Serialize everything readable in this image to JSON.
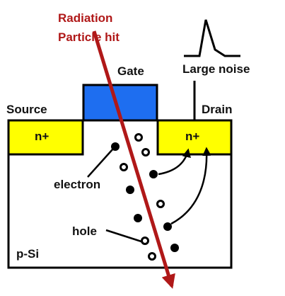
{
  "title_line1": "Radiation",
  "title_line2": "Particle hit",
  "gate_label": "Gate",
  "noise_label": "Large noise",
  "source_label": "Source",
  "drain_label": "Drain",
  "source_doping": "n+",
  "drain_doping": "n+",
  "electron_label": "electron",
  "hole_label": "hole",
  "substrate_label": "p-Si",
  "colors": {
    "arrow": "#b01818",
    "gate": "#1e6ef0",
    "diffusion": "#ffff00",
    "outline": "#000000"
  },
  "icons": {
    "electron": "filled-dot",
    "hole": "open-circle",
    "noise": "spike-waveform"
  }
}
